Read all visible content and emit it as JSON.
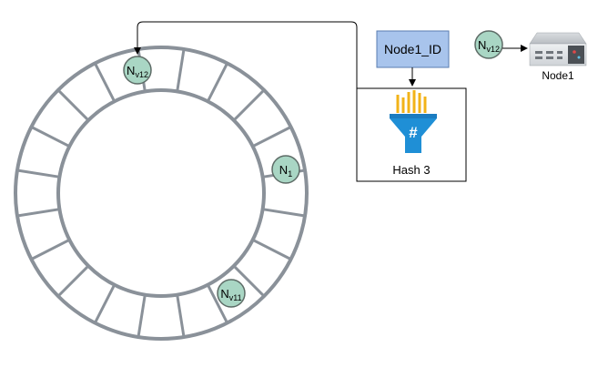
{
  "ring": {
    "segments": 20,
    "node_labels": [
      {
        "base": "N",
        "sub": "v12"
      },
      {
        "base": "N",
        "sub": "1"
      },
      {
        "base": "N",
        "sub": "v11"
      }
    ]
  },
  "node_id_box": {
    "label": "Node1_ID"
  },
  "hash": {
    "label": "Hash 3",
    "symbol": "#"
  },
  "virtual_node": {
    "base": "N",
    "sub": "v12"
  },
  "server": {
    "label": "Node1"
  },
  "colors": {
    "ring": "#8a9199",
    "node_fill": "#a9d6c4",
    "node_stroke": "#5d6b66",
    "id_box_fill": "#a8c4ec",
    "id_box_stroke": "#5a7db0",
    "funnel_blue": "#1f8fd6",
    "funnel_gold": "#f2b318"
  }
}
